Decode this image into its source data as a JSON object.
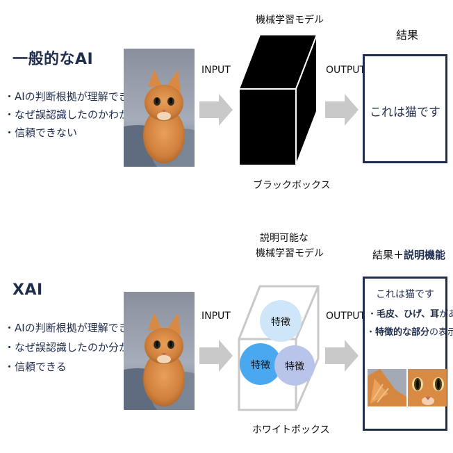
{
  "top": {
    "title": "一般的なAI",
    "bullets": [
      "・AIの判断根拠が理解できない",
      "・なぜ誤認識したのかわからない",
      "・信頼できない"
    ],
    "input_label": "INPUT",
    "model_label": "機械学習モデル",
    "box_label": "ブラックボックス",
    "output_label": "OUTPUT",
    "result_label": "結果",
    "result_text": "これは猫です"
  },
  "bottom": {
    "title": "XAI",
    "bullets": [
      "・AIの判断根拠が理解できる",
      "・なぜ誤認識したのか分かる",
      "・信頼できる"
    ],
    "input_label": "INPUT",
    "model_label_1": "説明可能な",
    "model_label_2": "機械学習モデル",
    "box_label": "ホワイトボックス",
    "feature_label": "特徴",
    "output_label": "OUTPUT",
    "result_label_prefix": "結果＋",
    "result_label_bold": "説明機能",
    "result_line1": "これは猫です",
    "result_line2_a": "・",
    "result_line2_b": "毛皮、ひげ、耳",
    "result_line2_c": "がある",
    "result_line3_a": "・",
    "result_line3_b": "特徴的な部分",
    "result_line3_c": "の表示："
  },
  "colors": {
    "navy": "#1f2d4d",
    "arrow": "#c9c9c9",
    "feature_light": "#cfe6f8",
    "feature_blue": "#4aa8f0",
    "feature_lavender": "#b8c4ea"
  }
}
